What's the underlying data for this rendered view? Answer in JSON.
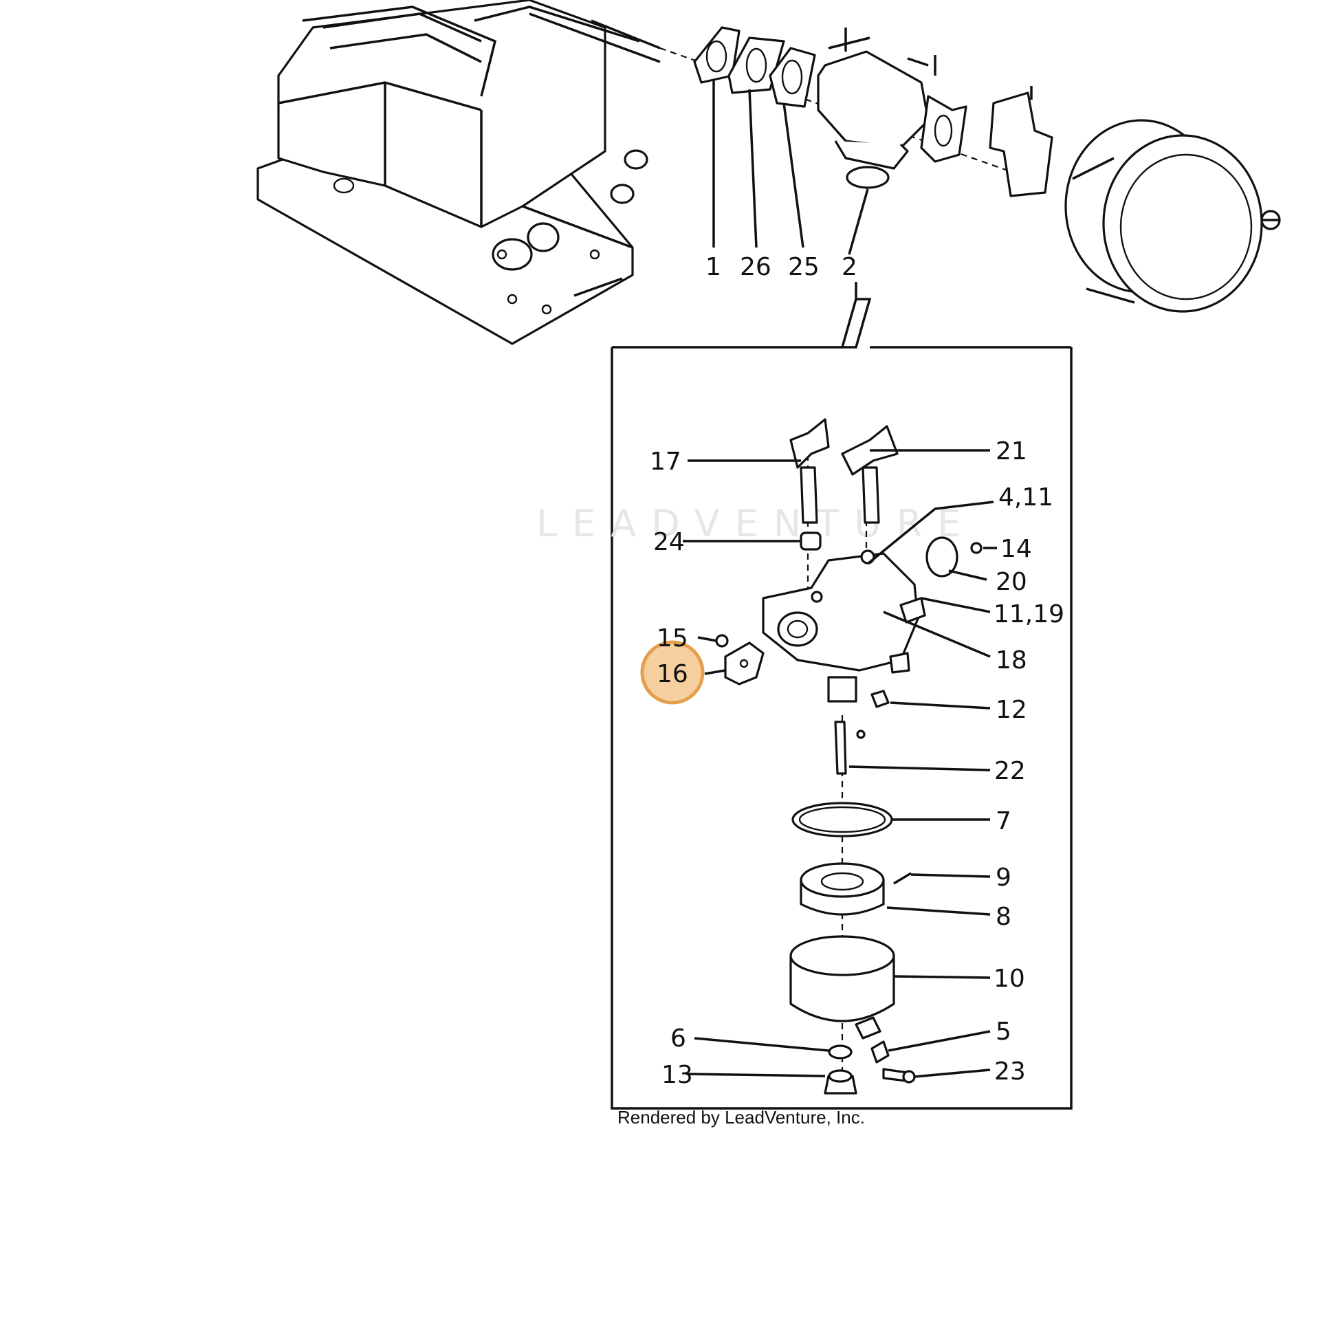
{
  "diagram": {
    "watermark_text": "LEADVENTURE",
    "credit": "Rendered by LeadVenture, Inc.",
    "highlight_color": "#e59f4c",
    "top_callouts": [
      "1",
      "26",
      "25",
      "2"
    ],
    "inset_callouts": [
      "17",
      "21",
      "4,11",
      "24",
      "14",
      "20",
      "11,19",
      "15",
      "18",
      "16",
      "12",
      "22",
      "7",
      "9",
      "8",
      "10",
      "6",
      "5",
      "13",
      "23"
    ],
    "highlighted_callout": "16"
  }
}
